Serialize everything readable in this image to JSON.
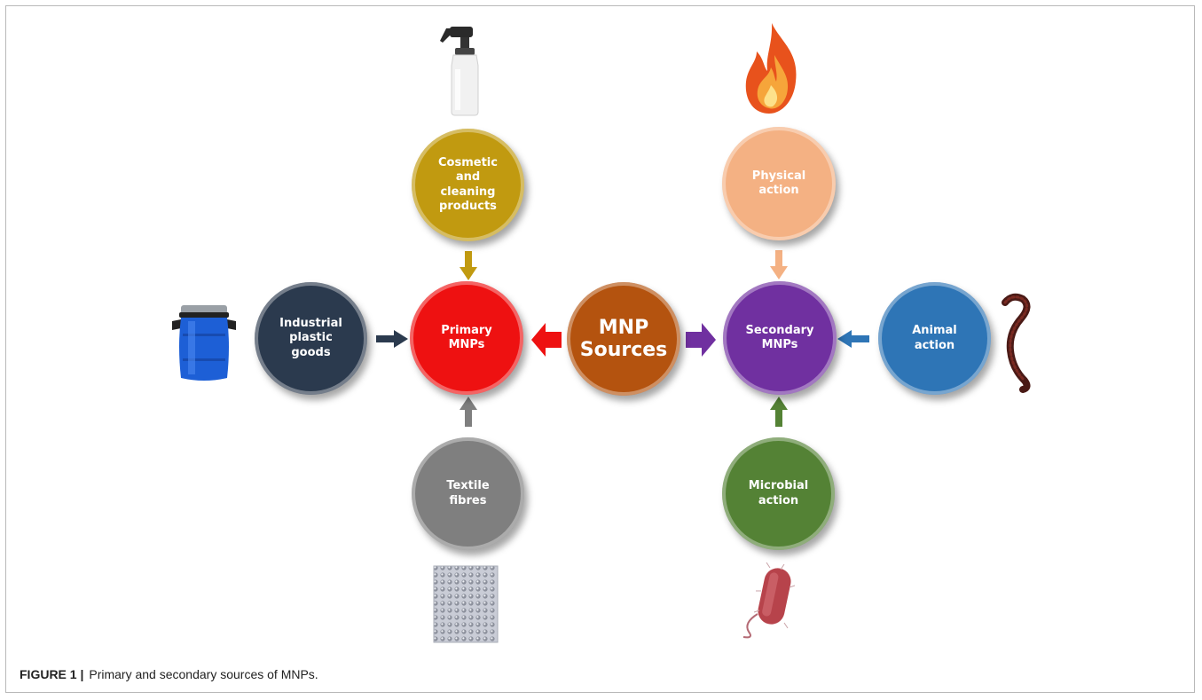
{
  "diagram": {
    "center": {
      "label": "MNP\nSources",
      "color": "#b4530f"
    },
    "primary": {
      "label": "Primary\nMNPs",
      "color": "#ee1111"
    },
    "secondary": {
      "label": "Secondary\nMNPs",
      "color": "#7030a0"
    },
    "cosmetic": {
      "label": "Cosmetic\nand\ncleaning\nproducts",
      "color": "#c19a10"
    },
    "industrial": {
      "label": "Industrial\nplastic\ngoods",
      "color": "#2b3a4e"
    },
    "textile": {
      "label": "Textile\nfibres",
      "color": "#7f7f7f"
    },
    "physical": {
      "label": "Physical\naction",
      "color": "#f4b183"
    },
    "animal": {
      "label": "Animal\naction",
      "color": "#2e75b6"
    },
    "microbial": {
      "label": "Microbial\naction",
      "color": "#548235"
    }
  },
  "icons": [
    "spray-bottle-icon",
    "flame-icon",
    "plastic-drum-icon",
    "worm-icon",
    "textile-mesh-icon",
    "bacterium-icon"
  ],
  "caption": {
    "label": "FIGURE 1 |",
    "text": "Primary and secondary sources of MNPs."
  }
}
